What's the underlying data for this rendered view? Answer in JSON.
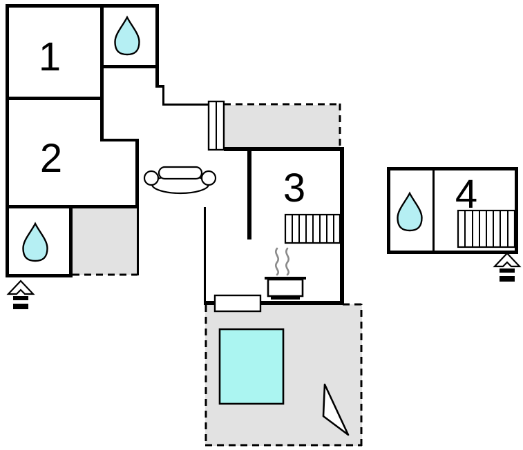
{
  "rooms": [
    {
      "label": "1"
    },
    {
      "label": "2"
    },
    {
      "label": "3"
    },
    {
      "label": "4"
    }
  ],
  "colors": {
    "wall": "#000000",
    "drop": "#b5eff3",
    "area": "#e2e2e2",
    "pool": "#abf5f1",
    "bg": "#ffffff",
    "steam": "#8a8a8a"
  },
  "icons": [
    {
      "name": "water-drop-icon",
      "meaning": "bathroom / water point",
      "count": 3
    },
    {
      "name": "sofa-icon",
      "meaning": "living room seating",
      "count": 1
    },
    {
      "name": "stairs-icon",
      "meaning": "staircase",
      "count": 2
    },
    {
      "name": "stove-pot-icon",
      "meaning": "kitchen",
      "count": 1
    },
    {
      "name": "steam-icon",
      "meaning": "cooking steam",
      "count": 1
    },
    {
      "name": "pool",
      "meaning": "outdoor pool on terrace",
      "count": 1
    },
    {
      "name": "north-arrow-icon",
      "meaning": "orientation arrow",
      "count": 1
    },
    {
      "name": "entrance-arrow-icon",
      "meaning": "entrance marker",
      "count": 2
    }
  ]
}
